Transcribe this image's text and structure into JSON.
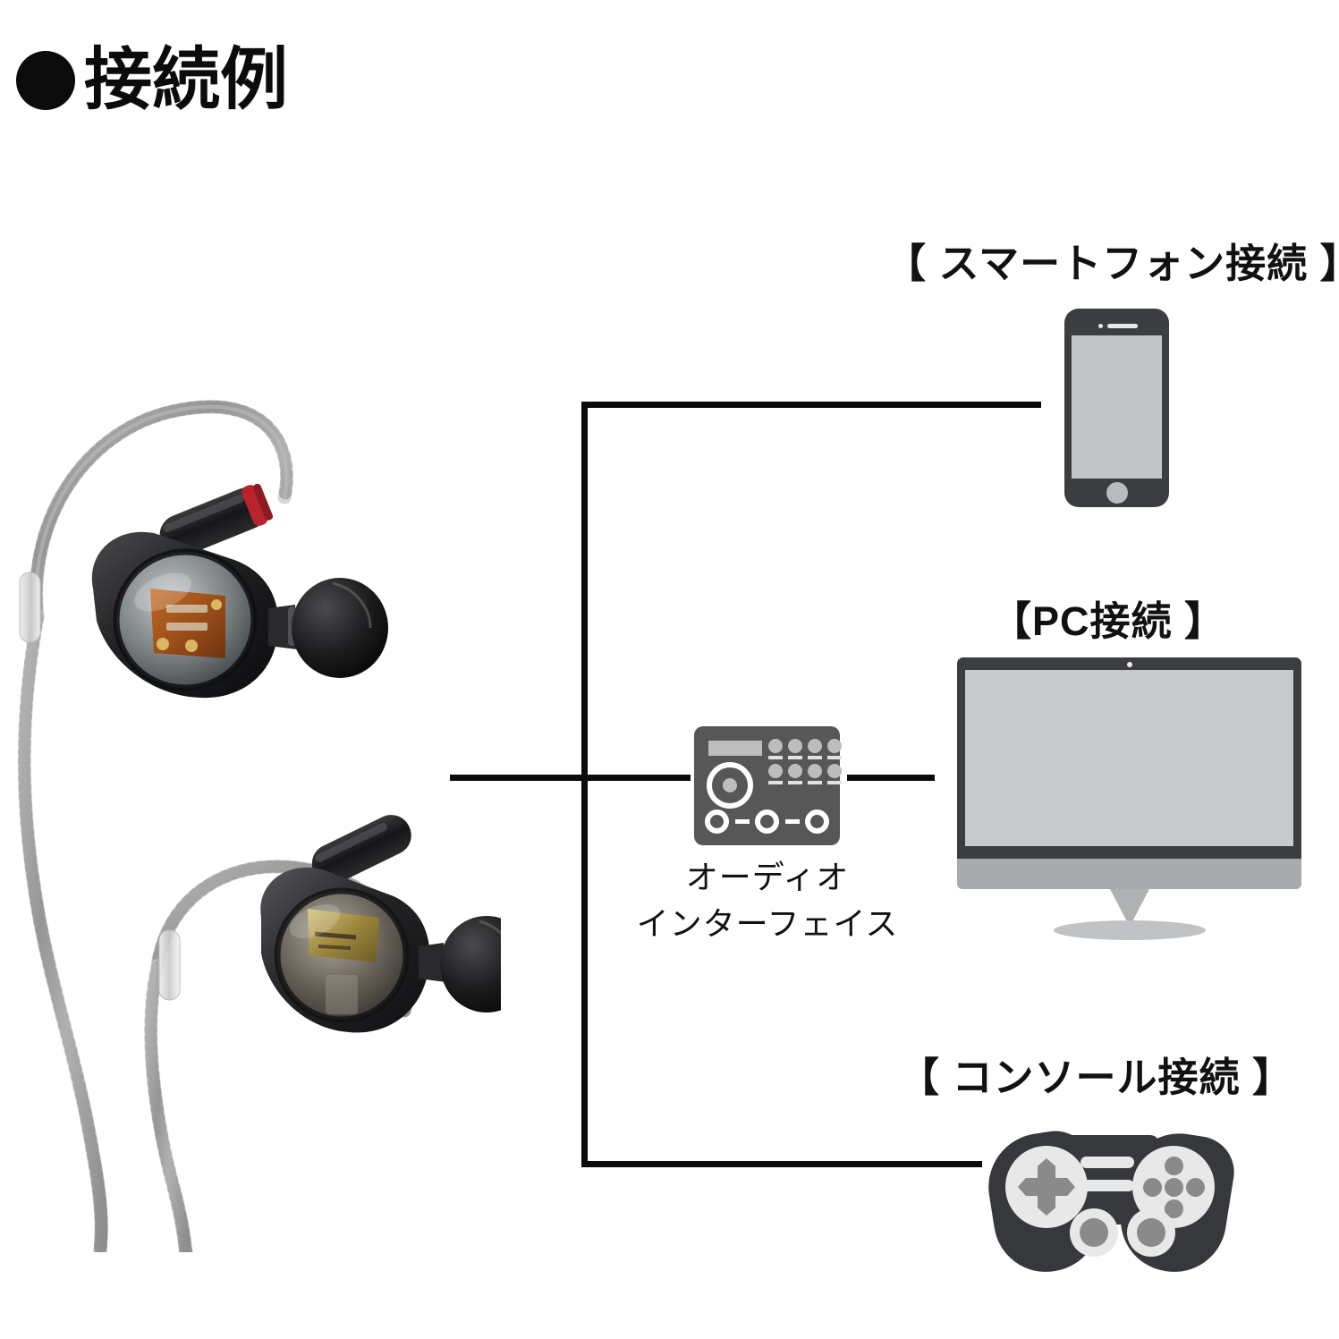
{
  "heading": {
    "bullet_icon": "filled-circle-bullet",
    "text": "接続例"
  },
  "colors": {
    "background": "#ffffff",
    "ink": "#0b0b0b",
    "device_dark": "#3b3d41",
    "device_screen": "#c8c9cb",
    "device_light_gray": "#a9aaac",
    "audio_interface_body": "#575757",
    "gamepad_body": "#36383c",
    "gamepad_pad": "#e8e8e8",
    "gamepad_button": "#8a8a8a",
    "earphone_accent_red": "#b8232c",
    "earphone_pcb_orange": "#a85a22"
  },
  "diagram": {
    "sections": [
      {
        "id": "smartphone",
        "label": "【 スマートフォン接続 】",
        "device_icon": "smartphone-icon"
      },
      {
        "id": "pc",
        "label": "【PC接続 】",
        "device_icon": "desktop-monitor-icon"
      },
      {
        "id": "console",
        "label": "【 コンソール接続 】",
        "device_icon": "game-controller-icon"
      }
    ],
    "audio_interface": {
      "icon": "audio-interface-icon",
      "caption_line1": "オーディオ",
      "caption_line2": "インターフェイス"
    },
    "source": {
      "icon": "in-ear-monitor-earphones-photo",
      "description": "イヤホン"
    },
    "wires": [
      {
        "id": "trunk",
        "orientation": "vertical"
      },
      {
        "id": "to-smartphone",
        "orientation": "horizontal"
      },
      {
        "id": "from-earphones",
        "orientation": "horizontal"
      },
      {
        "id": "to-audio-interface",
        "orientation": "horizontal"
      },
      {
        "id": "audio-interface-to-pc",
        "orientation": "horizontal"
      },
      {
        "id": "to-console",
        "orientation": "horizontal"
      }
    ]
  }
}
